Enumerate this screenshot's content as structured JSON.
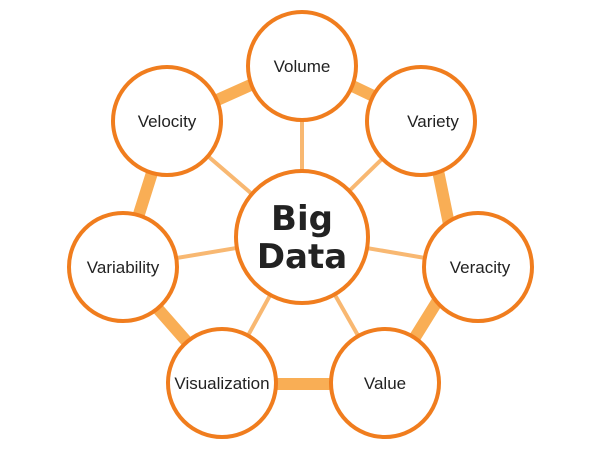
{
  "diagram": {
    "center": {
      "line1": "Big",
      "line2": "Data"
    },
    "nodes": [
      {
        "id": "volume",
        "label": "Volume"
      },
      {
        "id": "variety",
        "label": "Variety"
      },
      {
        "id": "veracity",
        "label": "Veracity"
      },
      {
        "id": "value",
        "label": "Value"
      },
      {
        "id": "visualization",
        "label": "Visualization"
      },
      {
        "id": "variability",
        "label": "Variability"
      },
      {
        "id": "velocity",
        "label": "Velocity"
      }
    ]
  },
  "colors": {
    "accent": "#F07D1E",
    "ring": "#F9AE55",
    "spoke": "#F8B872",
    "node_fill": "#FFFFFF",
    "text": "#222222"
  }
}
